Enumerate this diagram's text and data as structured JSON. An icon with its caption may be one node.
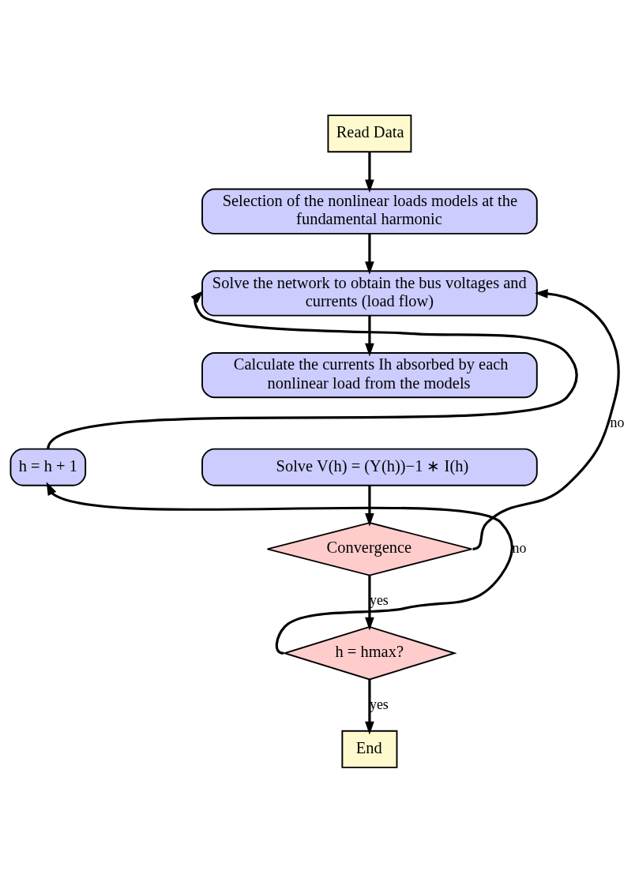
{
  "diagram": {
    "nodes": [
      {
        "text": [
          "Read Data"
        ]
      },
      {
        "text": [
          "Selection of the nonlinear loads models at the fundamental harmonic"
        ]
      },
      {
        "text": [
          "Solve the network to obtain the bus voltages and currents (load flow)"
        ]
      },
      {
        "text": [
          "Calculate the currents Ih absorbed by each nonlinear load from the models"
        ]
      },
      {
        "text": [
          "Solve V(h) = (Y(h))−1 ∗ I(h)"
        ]
      },
      {
        "text": [
          "Convergence"
        ]
      },
      {
        "text": [
          "h = hmax?"
        ]
      },
      {
        "text": [
          "End"
        ]
      },
      {
        "text": [
          "h = h + 1"
        ]
      }
    ],
    "edges": [
      {
        "from": 0,
        "to": 1,
        "arrow": "to"
      },
      {
        "from": 1,
        "to": 2,
        "arrow": "to"
      },
      {
        "from": 2,
        "to": 3,
        "arrow": "to"
      },
      {
        "from": 4,
        "to": 5,
        "arrow": "to"
      },
      {
        "from": 5,
        "to": 6,
        "arrow": "to",
        "label": "yes"
      },
      {
        "from": 5,
        "to": 2,
        "arrow": "to",
        "label": "no"
      },
      {
        "from": 6,
        "to": 7,
        "arrow": "to",
        "label": "yes"
      },
      {
        "from": 6,
        "to": 8,
        "arrow": "to",
        "label": "no"
      },
      {
        "from": 8,
        "to": 2,
        "arrow": "to"
      }
    ]
  }
}
